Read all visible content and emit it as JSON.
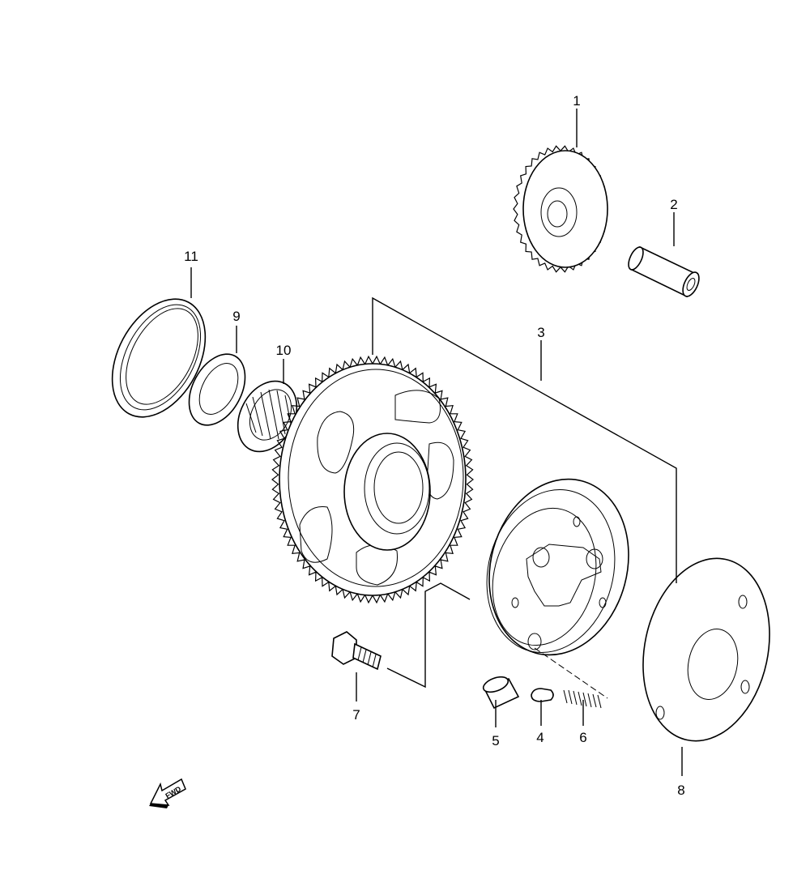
{
  "callouts": [
    {
      "id": "c1",
      "text": "1"
    },
    {
      "id": "c2",
      "text": "2"
    },
    {
      "id": "c3",
      "text": "3"
    },
    {
      "id": "c4",
      "text": "4"
    },
    {
      "id": "c5",
      "text": "5"
    },
    {
      "id": "c6",
      "text": "6"
    },
    {
      "id": "c7",
      "text": "7"
    },
    {
      "id": "c8",
      "text": "8"
    },
    {
      "id": "c9",
      "text": "9"
    },
    {
      "id": "c10",
      "text": "10"
    },
    {
      "id": "c11",
      "text": "11"
    }
  ],
  "fwd_label": "FWD",
  "icons": {
    "direction": "fwd-arrow-icon"
  }
}
